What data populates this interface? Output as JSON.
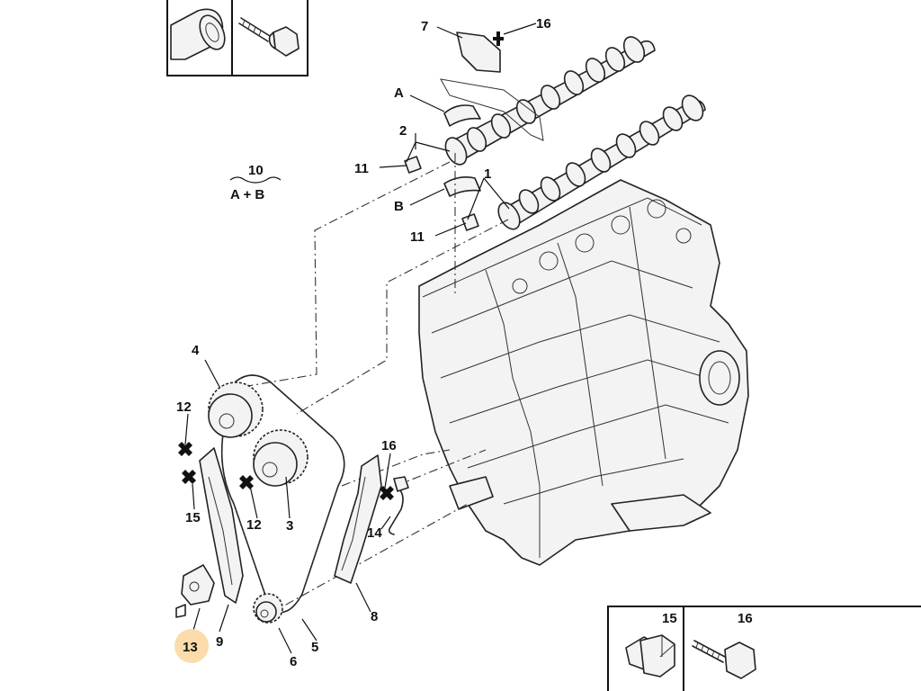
{
  "labels": {
    "l1": "1",
    "l2": "2",
    "l3": "3",
    "l4": "4",
    "l5": "5",
    "l6": "6",
    "l7": "7",
    "l8": "8",
    "l9": "9",
    "l10": "10",
    "l11a": "11",
    "l11b": "11",
    "l12a": "12",
    "l12b": "12",
    "l13": "13",
    "l14": "14",
    "l15a": "15",
    "l15b": "15",
    "l16a": "16",
    "l16b": "16",
    "l16c": "16",
    "lA": "A",
    "lB": "B",
    "formula": "A + B"
  },
  "colors": {
    "highlight": "#fbdcaa",
    "line": "#222222"
  },
  "icons": [
    "star-torque-icon",
    "bolt-icon",
    "sleeve-icon"
  ]
}
